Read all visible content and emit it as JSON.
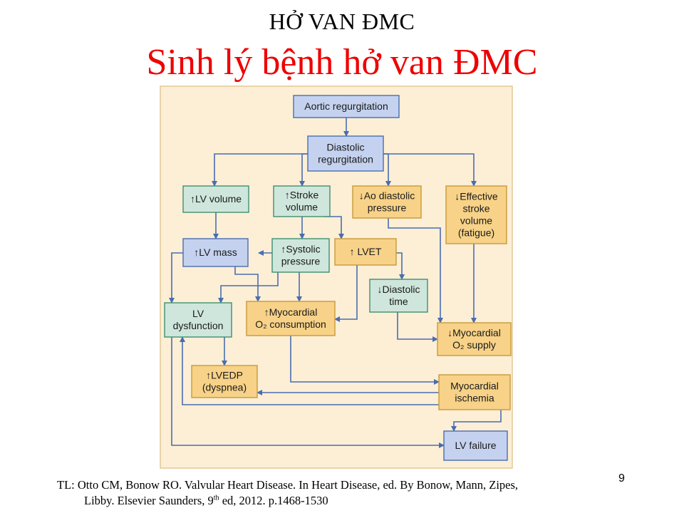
{
  "slide": {
    "title": "HỞ VAN ĐMC",
    "subtitle": "Sinh lý bệnh hở van ĐMC",
    "page_number": "9",
    "citation_line1": "TL: Otto CM, Bonow RO. Valvular Heart Disease. In Heart Disease, ed. By Bonow, Mann, Zipes,",
    "citation_line2_pre": "Libby. Elsevier Saunders, 9",
    "citation_line2_sup": "th",
    "citation_line2_post": " ed, 2012. p.1468-1530"
  },
  "colors": {
    "panel_bg": "#fcefd6",
    "panel_border": "#e4c896",
    "blue_fill": "#c5d2ef",
    "blue_stroke": "#4a6db0",
    "green_fill": "#cfe6dc",
    "green_stroke": "#3f8f71",
    "orange_fill": "#f7d288",
    "orange_stroke": "#c99a3a",
    "arrow": "#4a6db0",
    "title_red": "#ee0000"
  },
  "nodes": [
    {
      "id": "aortic_regurgitation",
      "lines": [
        "Aortic regurgitation"
      ],
      "color": "blue"
    },
    {
      "id": "diastolic_regurgitation",
      "lines": [
        "Diastolic",
        "regurgitation"
      ],
      "color": "blue"
    },
    {
      "id": "lv_volume",
      "lines": [
        "↑LV volume"
      ],
      "color": "green"
    },
    {
      "id": "stroke_volume",
      "lines": [
        "↑Stroke",
        "volume"
      ],
      "color": "green"
    },
    {
      "id": "ao_diastolic_pressure",
      "lines": [
        "↓Ao diastolic",
        "pressure"
      ],
      "color": "orange"
    },
    {
      "id": "effective_stroke_volume",
      "lines": [
        "↓Effective",
        "stroke",
        "volume",
        "(fatigue)"
      ],
      "color": "orange"
    },
    {
      "id": "lv_mass",
      "lines": [
        "↑LV mass"
      ],
      "color": "blue"
    },
    {
      "id": "systolic_pressure",
      "lines": [
        "↑Systolic",
        "pressure"
      ],
      "color": "green"
    },
    {
      "id": "lvet",
      "lines": [
        "↑ LVET"
      ],
      "color": "orange"
    },
    {
      "id": "diastolic_time",
      "lines": [
        "↓Diastolic",
        "time"
      ],
      "color": "green"
    },
    {
      "id": "lv_dysfunction",
      "lines": [
        "LV",
        "dysfunction"
      ],
      "color": "green"
    },
    {
      "id": "myocardial_o2_consumption",
      "lines": [
        "↑Myocardial",
        "O₂ consumption"
      ],
      "color": "orange"
    },
    {
      "id": "myocardial_o2_supply",
      "lines": [
        "↓Myocardial",
        "O₂ supply"
      ],
      "color": "orange"
    },
    {
      "id": "lvedp",
      "lines": [
        "↑LVEDP",
        "(dyspnea)"
      ],
      "color": "orange"
    },
    {
      "id": "myocardial_ischemia",
      "lines": [
        "Myocardial",
        "ischemia"
      ],
      "color": "orange"
    },
    {
      "id": "lv_failure",
      "lines": [
        "LV failure"
      ],
      "color": "blue"
    }
  ]
}
